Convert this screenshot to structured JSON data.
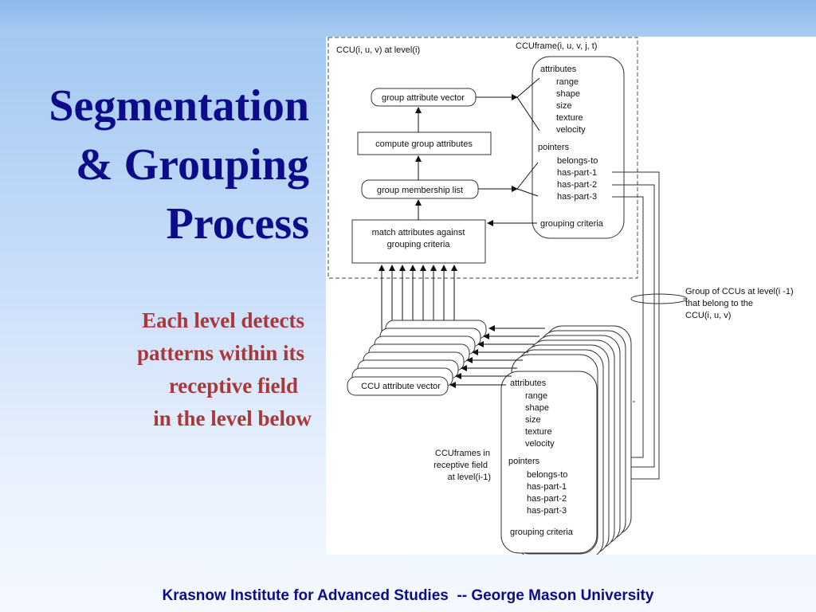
{
  "slide": {
    "title_lines": [
      "Segmentation",
      "& Grouping",
      "Process"
    ],
    "subtitle_lines": [
      "Each level detects",
      "patterns within its",
      "receptive field",
      "in the level below"
    ],
    "footer": "Krasnow Institute for Advanced Studies  -- George Mason University"
  },
  "diagram": {
    "ccu_level_label": "CCU(i, u, v) at level(i)",
    "ccuframe_label": "CCUframe(i, u, v, j, t)",
    "group_attribute_vector": "group attribute vector",
    "compute_group_attributes": "compute group attributes",
    "group_membership_list": "group membership list",
    "match_attributes": [
      "match attributes against",
      "grouping criteria"
    ],
    "frame_attributes_header": "attributes",
    "frame_attributes": [
      "range",
      "shape",
      "size",
      "texture",
      "velocity"
    ],
    "frame_pointers_header": "pointers",
    "frame_pointers": [
      "belongs-to",
      "has-part-1",
      "has-part-2",
      "has-part-3"
    ],
    "frame_grouping_criteria": "grouping criteria",
    "group_of_ccus_note": [
      "Group of CCUs at level(i -1)",
      "that belong to the",
      "CCU(i, u, v)"
    ],
    "ccu_attribute_vector": "CCU attribute vector",
    "lower_attributes_header": "attributes",
    "lower_attributes": [
      "range",
      "shape",
      "size",
      "texture",
      "velocity"
    ],
    "lower_pointers_header": "pointers",
    "lower_pointers": [
      "belongs-to",
      "has-part-1",
      "has-part-2",
      "has-part-3"
    ],
    "lower_grouping_criteria": "grouping criteria",
    "ccuframes_note": [
      "CCUframes in",
      "receptive field",
      "at level(i-1)"
    ]
  }
}
